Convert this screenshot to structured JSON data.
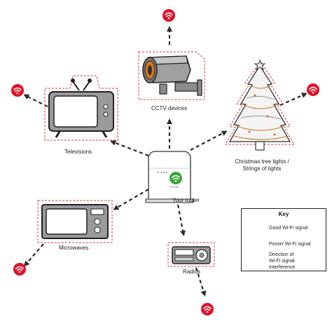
{
  "labels": {
    "cctv": "CCTV devices",
    "televisions": "Televisions",
    "christmas_line1": "Christmas tree lights /",
    "christmas_line2": "Strings of lights",
    "router": "Your router",
    "microwaves": "Microwaves",
    "radios": "Radios",
    "router_brand": "ZYXEL"
  },
  "key": {
    "title": "Key",
    "good": "Good Wi-Fi signal",
    "poor": "Poorer Wi-Fi signal",
    "direction_line1": "Direction of",
    "direction_line2": "Wi-Fi signal",
    "interference": "Interference"
  },
  "colors": {
    "good_signal": "#3aa935",
    "poor_signal": "#e2122a",
    "interference_border": "#e03040",
    "arrow": "#2b2b2b"
  },
  "icons": [
    "router-icon",
    "cctv-camera-icon",
    "television-icon",
    "christmas-tree-icon",
    "microwave-icon",
    "radio-icon",
    "wifi-good-icon",
    "wifi-poor-icon"
  ]
}
